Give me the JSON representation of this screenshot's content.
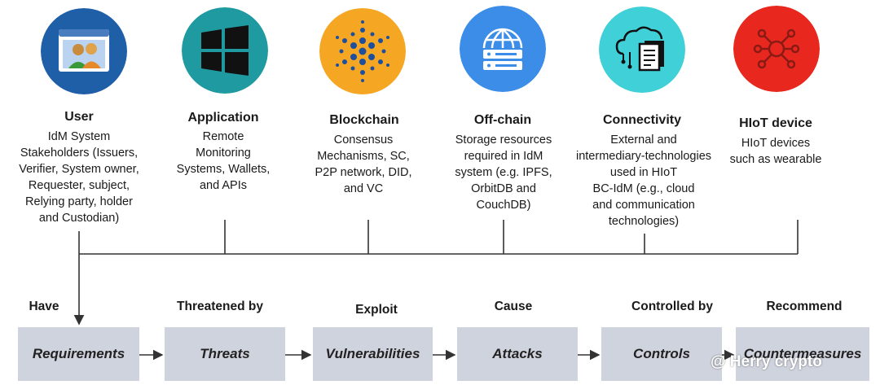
{
  "columns": [
    {
      "title": "User",
      "desc": [
        "IdM System",
        "Stakeholders (Issuers,",
        "Verifier,  System owner,",
        "Requester, subject,",
        "Relying party, holder",
        "and Custodian)"
      ],
      "icon": "user-window-icon",
      "color": "#1f5fa8"
    },
    {
      "title": "Application",
      "desc": [
        "Remote",
        "Monitoring",
        "Systems, Wallets,",
        "and APIs"
      ],
      "icon": "windows-logo-icon",
      "color": "#1f9aa0"
    },
    {
      "title": "Blockchain",
      "desc": [
        "Consensus",
        "Mechanisms, SC,",
        "P2P network, DID,",
        "and VC"
      ],
      "icon": "cardano-dots-icon",
      "color": "#f5a623"
    },
    {
      "title": "Off-chain",
      "desc": [
        "Storage resources",
        "required in IdM",
        "system (e.g. IPFS,",
        "OrbitDB and",
        "CouchDB)"
      ],
      "icon": "globe-server-icon",
      "color": "#3b8de8"
    },
    {
      "title": "Connectivity",
      "desc": [
        "External and",
        "intermediary-technologies",
        "used  in  HIoT",
        "BC-IdM (e.g., cloud",
        "and communication",
        "technologies)"
      ],
      "icon": "cloud-documents-icon",
      "color": "#3fd0d8"
    },
    {
      "title": "HIoT device",
      "desc": [
        "HIoT devices",
        "such as wearable"
      ],
      "icon": "network-hub-icon",
      "color": "#e8281e"
    }
  ],
  "flow": [
    {
      "verb": "Have",
      "box": "Requirements"
    },
    {
      "verb": "Threatened by",
      "box": "Threats"
    },
    {
      "verb": "Exploit",
      "box": "Vulnerabilities"
    },
    {
      "verb": "Cause",
      "box": "Attacks"
    },
    {
      "verb": "Controlled by",
      "box": "Controls"
    },
    {
      "verb": "Recommend",
      "box": "Countermeasures"
    }
  ],
  "watermark": "@ Herry crypto"
}
